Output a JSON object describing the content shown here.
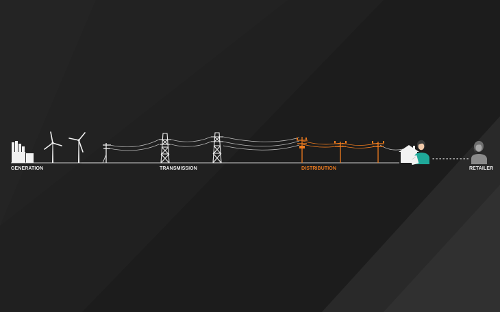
{
  "labels": {
    "generation": "GENERATION",
    "transmission": "TRANSMISSION",
    "distribution": "DISTRIBUTION",
    "retailer": "RETAILER"
  },
  "colors": {
    "background": "#1b1b1b",
    "white_icon": "#f2f2f2",
    "distribution": "#f07c1e",
    "customer": "#1fa99a",
    "retailer": "#8a8a8a"
  },
  "icons": [
    "power-plant-icon",
    "wind-turbine-icon",
    "utility-pole-icon",
    "transmission-tower-icon",
    "distribution-pole-icon",
    "house-icon",
    "customer-icon",
    "retailer-icon"
  ]
}
